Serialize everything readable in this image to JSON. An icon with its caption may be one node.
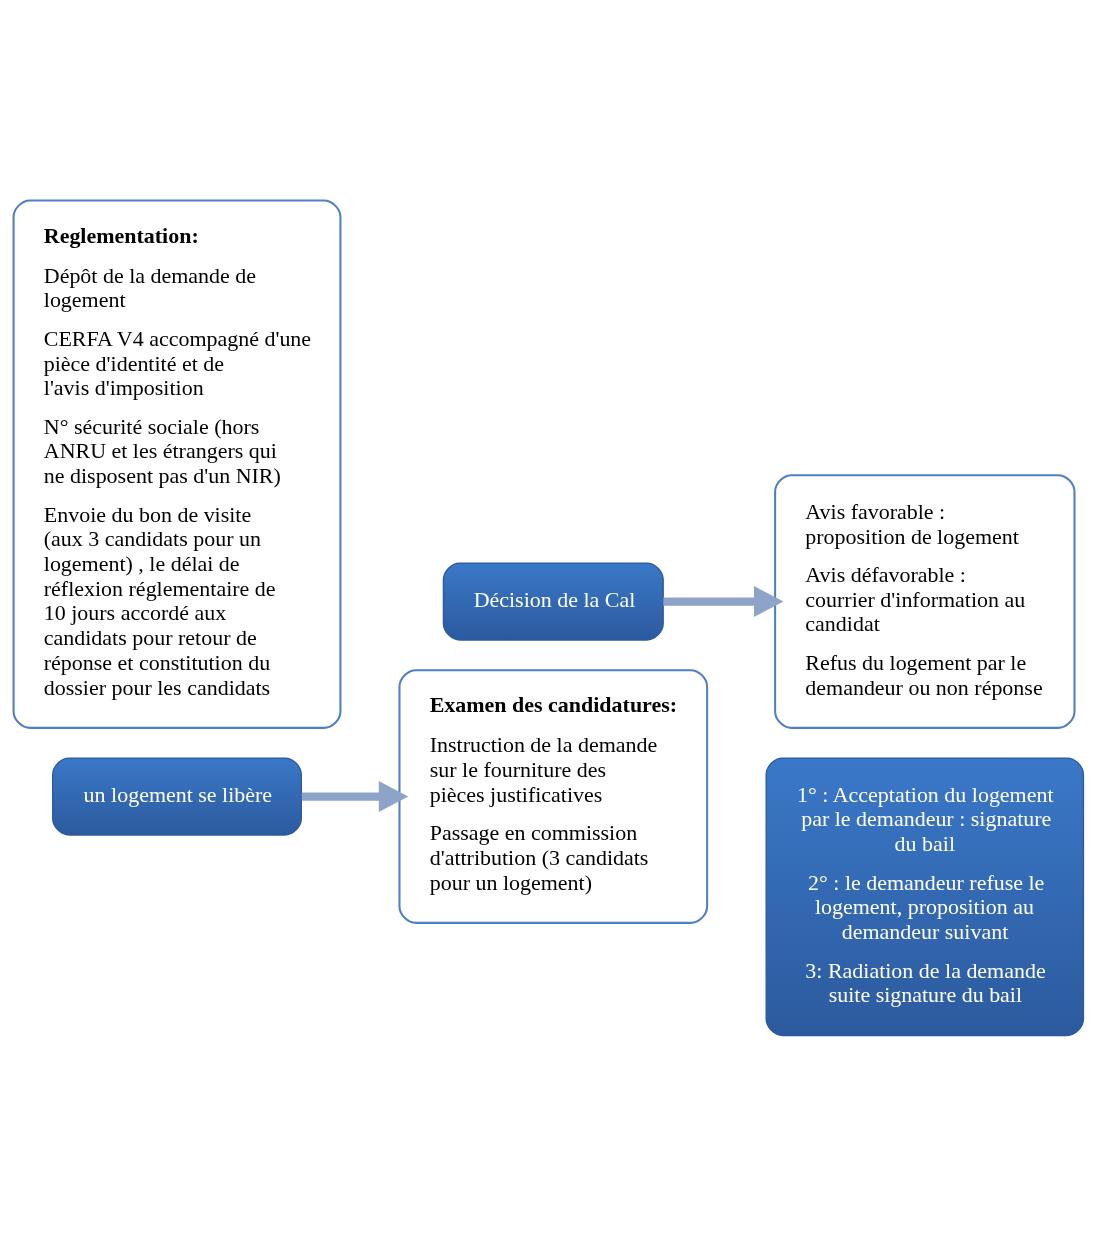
{
  "diagram": {
    "nodes": [
      {
        "text": [
          "Reglementation:",
          "Dépôt de la demande de logement",
          "CERFA V4 accompagné d'une pièce d'identité et de l'avis d'imposition",
          "N° sécurité sociale (hors ANRU et les étrangers qui ne disposent pas d'un NIR)",
          "Envoie du bon de visite (aux 3 candidats pour un logement) , le délai de réflexion réglementaire de 10 jours accordé aux candidats pour retour de réponse et constitution du dossier pour les candidats"
        ]
      },
      {
        "text": [
          "un logement se libère"
        ]
      },
      {
        "text": [
          "Examen des candidatures:",
          "Instruction de la demande sur le fourniture des pièces justificatives",
          "Passage en commission d'attribution (3 candidats pour un logement)"
        ]
      },
      {
        "text": [
          "Décision de la Cal"
        ]
      },
      {
        "text": [
          "Avis favorable : proposition de logement",
          "Avis défavorable : courrier d'information au candidat",
          "Refus du logement par le demandeur ou non réponse"
        ]
      },
      {
        "text": [
          "1° : Acceptation du logement par le demandeur : signature du bail",
          "2° : le demandeur refuse le logement, proposition au demandeur suivant",
          "3: Radiation de la demande suite signature du bail"
        ]
      }
    ],
    "edges": [
      {
        "from": 1,
        "to": 2,
        "arrow": "to"
      },
      {
        "from": 3,
        "to": 4,
        "arrow": "to"
      }
    ]
  }
}
